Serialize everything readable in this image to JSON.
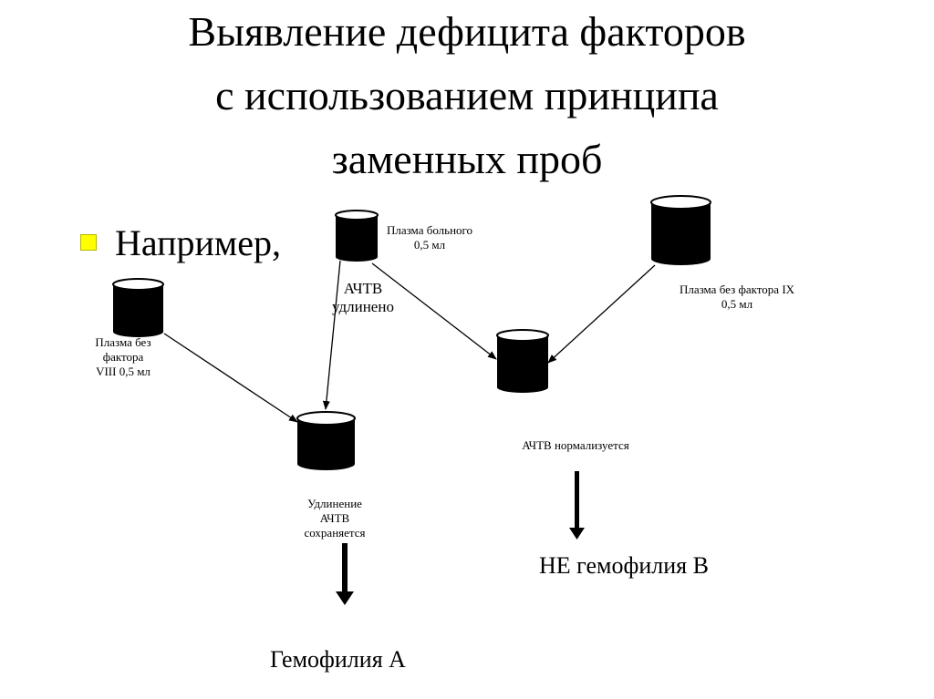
{
  "title": {
    "line1": "Выявление дефицита факторов",
    "line2": "с использованием принципа",
    "line3": "заменных проб"
  },
  "bullet": {
    "label": "Например,"
  },
  "nodes": {
    "patient_plasma": {
      "line1": "Плазма больного",
      "line2": "0,5 мл"
    },
    "aptt_prolonged": {
      "line1": "АЧТВ",
      "line2": "удлинено"
    },
    "plasma_no_f8": {
      "line1": "Плазма без",
      "line2": "фактора",
      "line3": "VIII 0,5 мл"
    },
    "plasma_no_f9": {
      "line1": "Плазма без фактора IX",
      "line2": "0,5 мл"
    },
    "mix_f8_result": {
      "line1": "Удлинение",
      "line2": "АЧТВ",
      "line3": "сохраняется"
    },
    "mix_f9_result": {
      "line1": "АЧТВ нормализуется"
    }
  },
  "conclusions": {
    "hemophilia_a": "Гемофилия А",
    "not_hemophilia_b": "НЕ гемофилия В"
  },
  "colors": {
    "bullet": "#ffff00",
    "tube": "#000000",
    "tube_top": "#ffffff"
  },
  "icons": {
    "tube": "test-tube-cylinder-icon",
    "bullet": "square-bullet-icon"
  }
}
